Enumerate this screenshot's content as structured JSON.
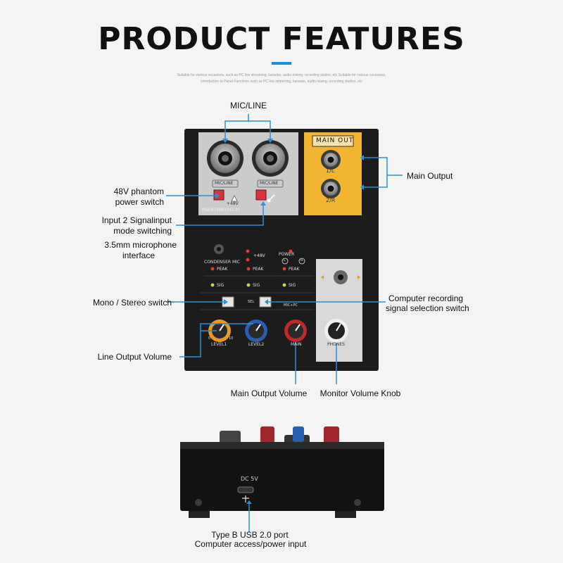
{
  "header": {
    "title": "PRODUCT FEATURES",
    "subtitle_line1": "Suitable for various occasions, such as PC live streaming, karaoke, audio mixing, recording station, etc Suitable for various occasions,",
    "subtitle_line2": "Introduction to Panel Functions such as PC live streaming, karaoke, audio mixing, recording studios, etc"
  },
  "callouts": {
    "mic_line": "MIC/LINE",
    "main_output": "Main Output",
    "phantom_1": "48V phantom",
    "phantom_2": "power switch",
    "input2_1": "Input 2 Signalinput",
    "input2_2": "mode switching",
    "mic35_1": "3.5mm microphone",
    "mic35_2": "interface",
    "mono_stereo": "Mono / Stereo switch",
    "computer_rec_1": "Computer recording",
    "computer_rec_2": "signal selection switch",
    "line_output_volume": "Line Output Volume",
    "main_output_volume": "Main Output Volume",
    "monitor_volume_knob": "Monitor Volume Knob",
    "usb_1": "Type B USB 2.0 port",
    "usb_2": "Computer access/power input"
  },
  "panel": {
    "main_out": "MAIN OUT",
    "out1": "1/L",
    "out2": "2/R",
    "mic_line_1": "MIC/LINE",
    "mic_line_2": "MIC/LINE",
    "plus48": "+48V",
    "phantom": "PHANTOM(CH1-2)",
    "condenser_mic": "CONDENSER MIC",
    "plus48v_led": "+48V",
    "power": "POWER",
    "l": "L",
    "r": "R",
    "peak": "PEAK",
    "sig": "SIG",
    "sel": "SEL",
    "mic_pc": "MIC+PC",
    "level1": "LEVEL1",
    "level2": "LEVEL2",
    "main": "MAIN",
    "phones": "PHONES",
    "scale_min": "0",
    "scale_max": "10",
    "dc5v": "DC 5V"
  },
  "colors": {
    "accent_blue": "#1a8fe0",
    "callout_blue": "#2a90d8",
    "orange_knob": "#e89a1c",
    "blue_knob": "#2a5fb0",
    "red_knob": "#c0282c",
    "yellow_panel": "#f2b531",
    "red_button": "#d9343a"
  },
  "icons": [
    "xlr-combo-jack-icon",
    "quarter-inch-jack-icon",
    "warning-icon",
    "guitar-icon",
    "usb-icon",
    "3.5mm-jack-icon"
  ]
}
